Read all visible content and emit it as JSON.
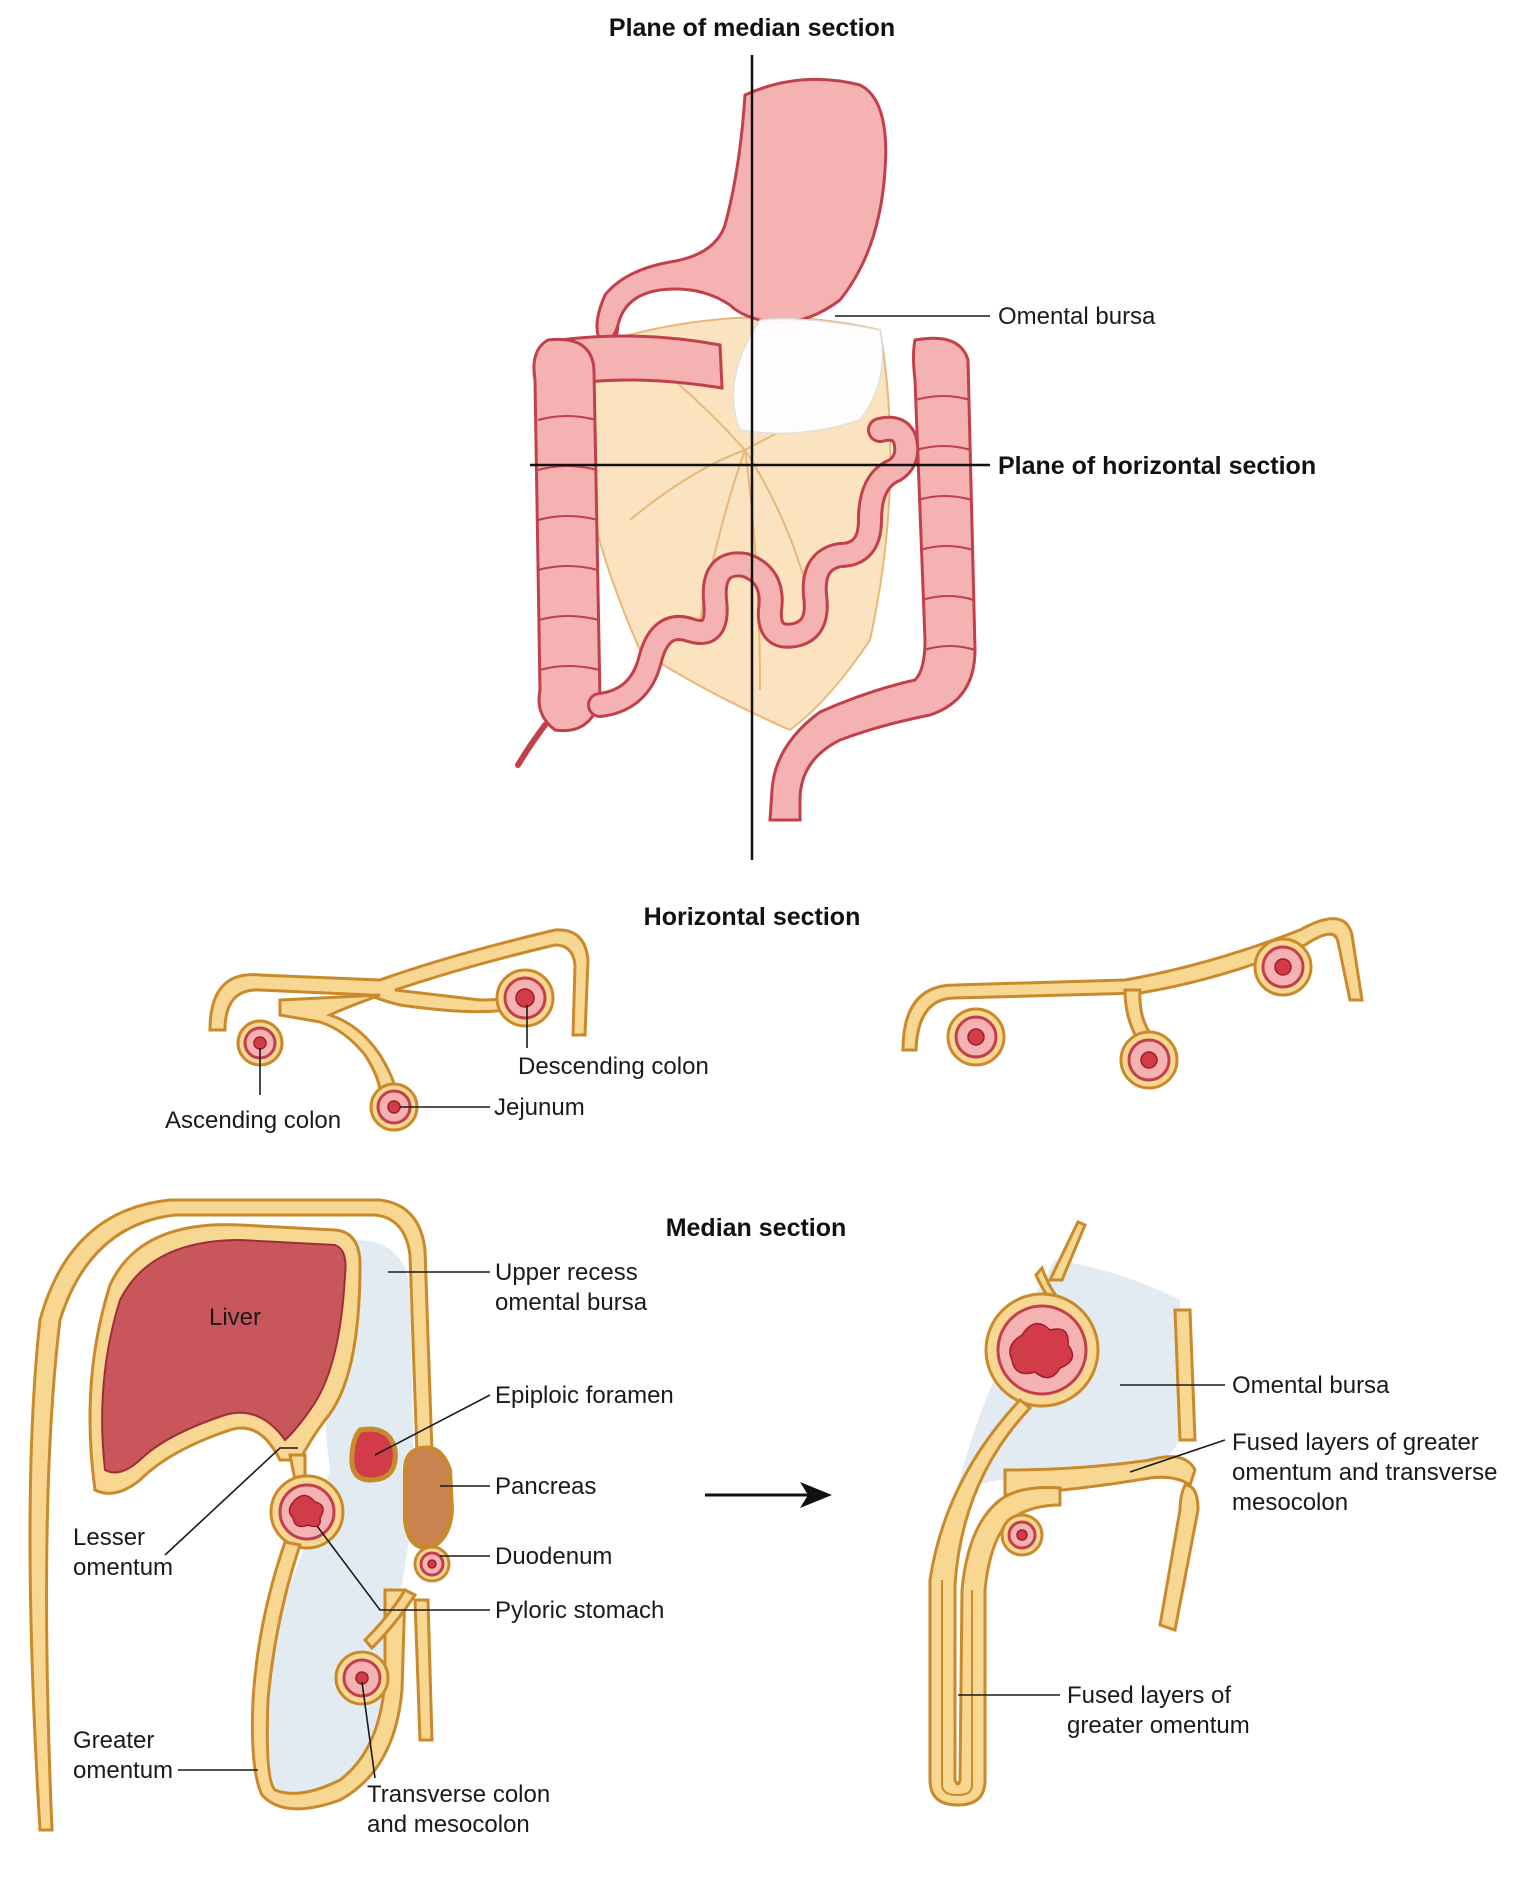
{
  "titles": {
    "median_plane": "Plane of median section",
    "horizontal_plane": "Plane of horizontal section",
    "horizontal_section": "Horizontal section",
    "median_section": "Median section"
  },
  "labels": {
    "omental_bursa_top": "Omental bursa",
    "descending_colon": "Descending colon",
    "ascending_colon": "Ascending colon",
    "jejunum": "Jejunum",
    "liver": "Liver",
    "upper_recess_1": "Upper recess",
    "upper_recess_2": "omental bursa",
    "epiploic_foramen": "Epiploic foramen",
    "pancreas": "Pancreas",
    "duodenum": "Duodenum",
    "pyloric_stomach": "Pyloric stomach",
    "lesser_omentum_1": "Lesser",
    "lesser_omentum_2": "omentum",
    "greater_omentum_1": "Greater",
    "greater_omentum_2": "omentum",
    "transverse_colon_1": "Transverse colon",
    "transverse_colon_2": "and mesocolon",
    "omental_bursa_right": "Omental bursa",
    "fused_greater_transverse_1": "Fused layers of greater",
    "fused_greater_transverse_2": "omentum and transverse",
    "fused_greater_transverse_3": "mesocolon",
    "fused_greater_1": "Fused layers of",
    "fused_greater_2": "greater omentum"
  },
  "colors": {
    "peritoneum": "#f7d792",
    "peritoneum_edge": "#c98a2c",
    "gut": "#f4b2b2",
    "gut_edge": "#c2404a",
    "lumen": "#d23c48",
    "liver": "#c9565a",
    "pancreas": "#c9834f",
    "bursa": "#e3ebf2",
    "mesentery": "#fbe3bf"
  }
}
